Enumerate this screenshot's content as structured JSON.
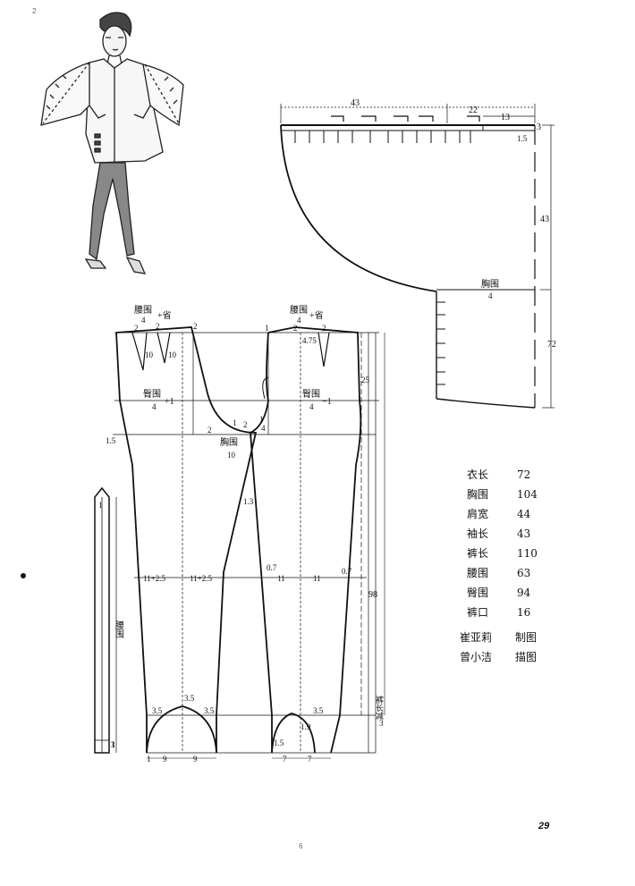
{
  "corner_mark": "2",
  "page_number": "29",
  "bottom_mark": "6",
  "specs": [
    {
      "label": "衣长",
      "value": "72"
    },
    {
      "label": "胸围",
      "value": "104"
    },
    {
      "label": "肩宽",
      "value": "44"
    },
    {
      "label": "袖长",
      "value": "43"
    },
    {
      "label": "裤长",
      "value": "110"
    },
    {
      "label": "腰围",
      "value": "63"
    },
    {
      "label": "臀围",
      "value": "94"
    },
    {
      "label": "裤口",
      "value": "16"
    }
  ],
  "credits": [
    {
      "name": "崔亚莉",
      "role": "制图"
    },
    {
      "name": "曾小洁",
      "role": "描图"
    }
  ],
  "top_pattern": {
    "dim_43": "43",
    "dim_22": "22",
    "dim_13": "13",
    "dim_3": "3",
    "dim_1_5": "1.5",
    "dim_43_v": "43",
    "dim_72": "72",
    "chest_label": "胸围",
    "chest_den": "4"
  },
  "pants_pattern": {
    "waist_label_l": "腰围",
    "waist_den_l": "4",
    "waist_plus_l": "+省",
    "waist_label_r": "腰围",
    "waist_den_r": "4",
    "waist_plus_r": "+省",
    "hip_label_l": "臀围",
    "hip_den_l": "4",
    "hip_plus_l": "+1",
    "hip_label_r": "臀围",
    "hip_den_r": "4",
    "hip_minus_r": "−1",
    "chest_label": "胸围",
    "chest_den": "10",
    "dart_10a": "10",
    "dart_10b": "10",
    "v_2a": "2",
    "v_2b": "2",
    "v_2c": "2",
    "v_2d": "2",
    "v_2e": "2",
    "v_2f": "2",
    "v_1a": "1",
    "v_1b": "1",
    "v_1c": "1",
    "v_2g": "2",
    "v_4": "4",
    "v_4_75": "4.75",
    "v_1_5": "1.5",
    "v_25": "25",
    "v_1_3": "1.3",
    "v_0_7a": "0.7",
    "v_0_7b": "0.7",
    "knee_l1": "11+2.5",
    "knee_l2": "11+2.5",
    "knee_r1": "11",
    "knee_r2": "11",
    "v_98": "98",
    "hem_note": "裤长减",
    "hem_note_num": "3",
    "v_3_5a": "3.5",
    "v_3_5b": "3.5",
    "v_3_5c": "3.5",
    "v_3_5d": "3.5",
    "v_1_9": "1.9",
    "v_1_5b": "1.5",
    "foot_9a": "9",
    "foot_9b": "9",
    "foot_7a": "7",
    "foot_7b": "7",
    "v_1f": "1",
    "v_1g": "1"
  },
  "waistband": {
    "label": "腰围",
    "dim_1": "1",
    "dim_3": "3"
  }
}
